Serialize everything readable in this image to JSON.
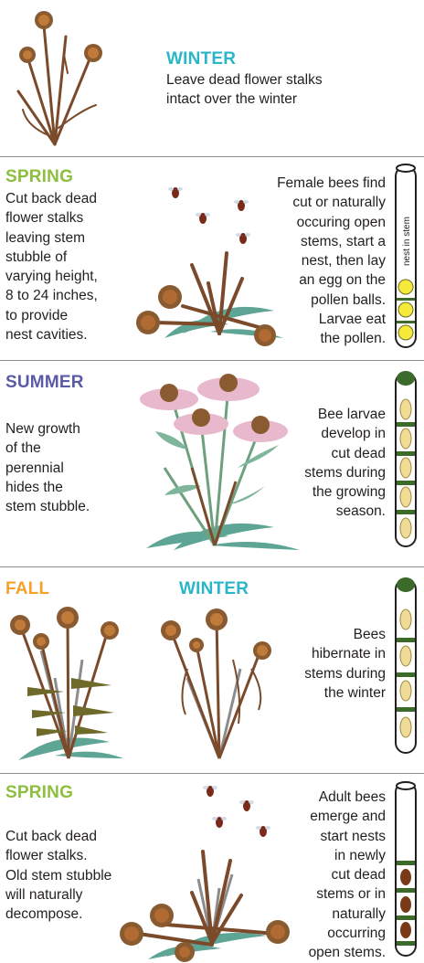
{
  "colors": {
    "winter": "#2bb5c8",
    "spring": "#8dbf3f",
    "summer": "#5a5aa8",
    "fall": "#f5a12a",
    "stalk": "#7a4a2b",
    "seedhead": "#8a5a30",
    "leaf": "#5fa596",
    "petal": "#e8b8cc",
    "pollen": "#f5e93a",
    "tube_cap": "#3c6a2a",
    "larva": "#f1dc97"
  },
  "panels": {
    "winter_top": {
      "title": "WINTER",
      "text": [
        "Leave dead flower stalks",
        "intact over the winter"
      ]
    },
    "spring1": {
      "title": "SPRING",
      "left_text": [
        "Cut back dead",
        "flower stalks",
        "leaving stem",
        "stubble of",
        "varying height,",
        "8 to 24 inches,",
        "to provide",
        "nest cavities."
      ],
      "right_text": [
        "Female bees find",
        "cut or naturally",
        "occuring open",
        "stems, start a",
        "nest, then lay",
        "an egg on the",
        "pollen balls.",
        "Larvae eat",
        "the pollen."
      ],
      "tube_label": "nest in stem"
    },
    "summer": {
      "title": "SUMMER",
      "left_text": [
        "New growth",
        "of the",
        "perennial",
        "hides the",
        "stem stubble."
      ],
      "right_text": [
        "Bee larvae",
        "develop in",
        "cut dead",
        "stems during",
        "the growing",
        "season."
      ]
    },
    "fall_winter": {
      "fall_title": "FALL",
      "winter_title": "WINTER",
      "right_text": [
        "Bees",
        "hibernate in",
        "stems during",
        "the winter"
      ]
    },
    "spring2": {
      "title": "SPRING",
      "left_text": [
        "Cut back dead",
        "flower stalks.",
        "Old stem stubble",
        "will naturally",
        "decompose."
      ],
      "right_text": [
        "Adult bees",
        "emerge and",
        "start nests",
        "in newly",
        "cut dead",
        "stems or in",
        "naturally",
        "occurring",
        "open stems."
      ]
    }
  },
  "icons": [
    "seedhead-icon",
    "bee-icon",
    "coneflower-icon",
    "nest-tube-icon",
    "larva-icon"
  ]
}
